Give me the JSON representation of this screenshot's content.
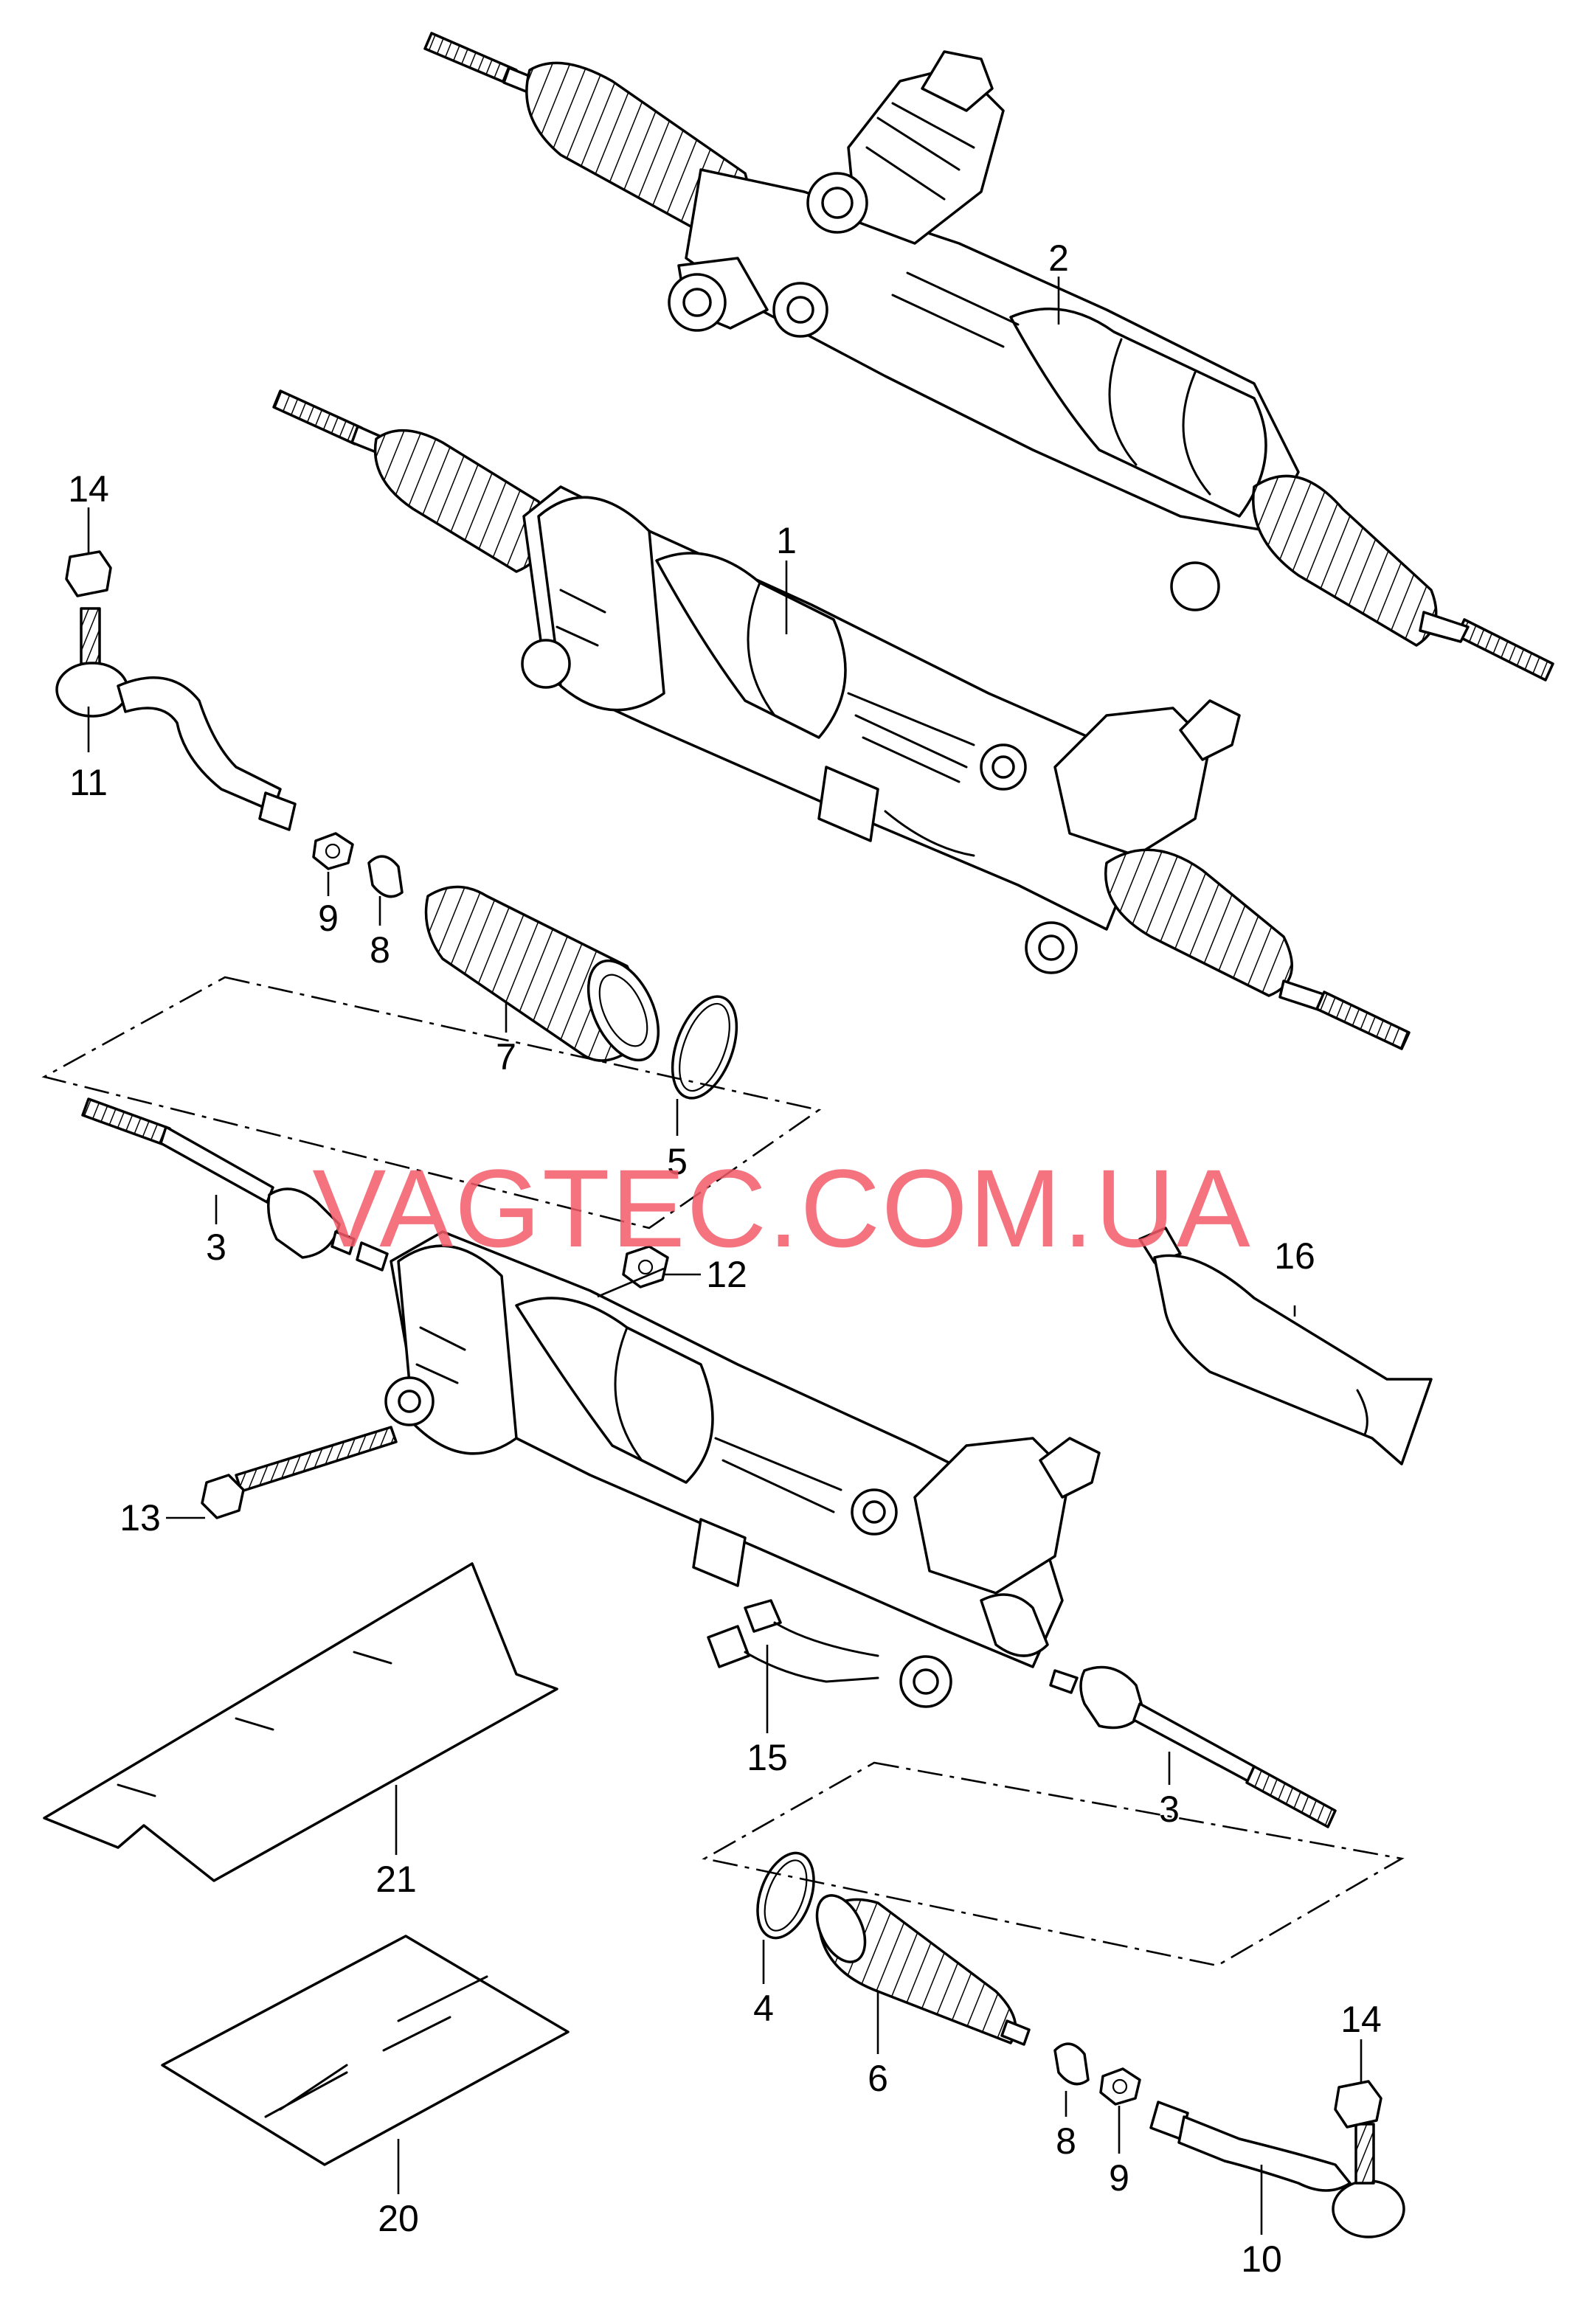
{
  "watermark": "VAGTEC.COM.UA",
  "callouts": {
    "c1": "1",
    "c2": "2",
    "c3a": "3",
    "c3b": "3",
    "c4": "4",
    "c5": "5",
    "c6": "6",
    "c7": "7",
    "c8a": "8",
    "c8b": "8",
    "c9a": "9",
    "c9b": "9",
    "c10": "10",
    "c11": "11",
    "c12": "12",
    "c13": "13",
    "c14a": "14",
    "c14b": "14",
    "c15": "15",
    "c16": "16",
    "c20": "20",
    "c21": "21"
  },
  "colors": {
    "line": "#000000",
    "background": "#ffffff",
    "watermark": "#f25b69"
  }
}
